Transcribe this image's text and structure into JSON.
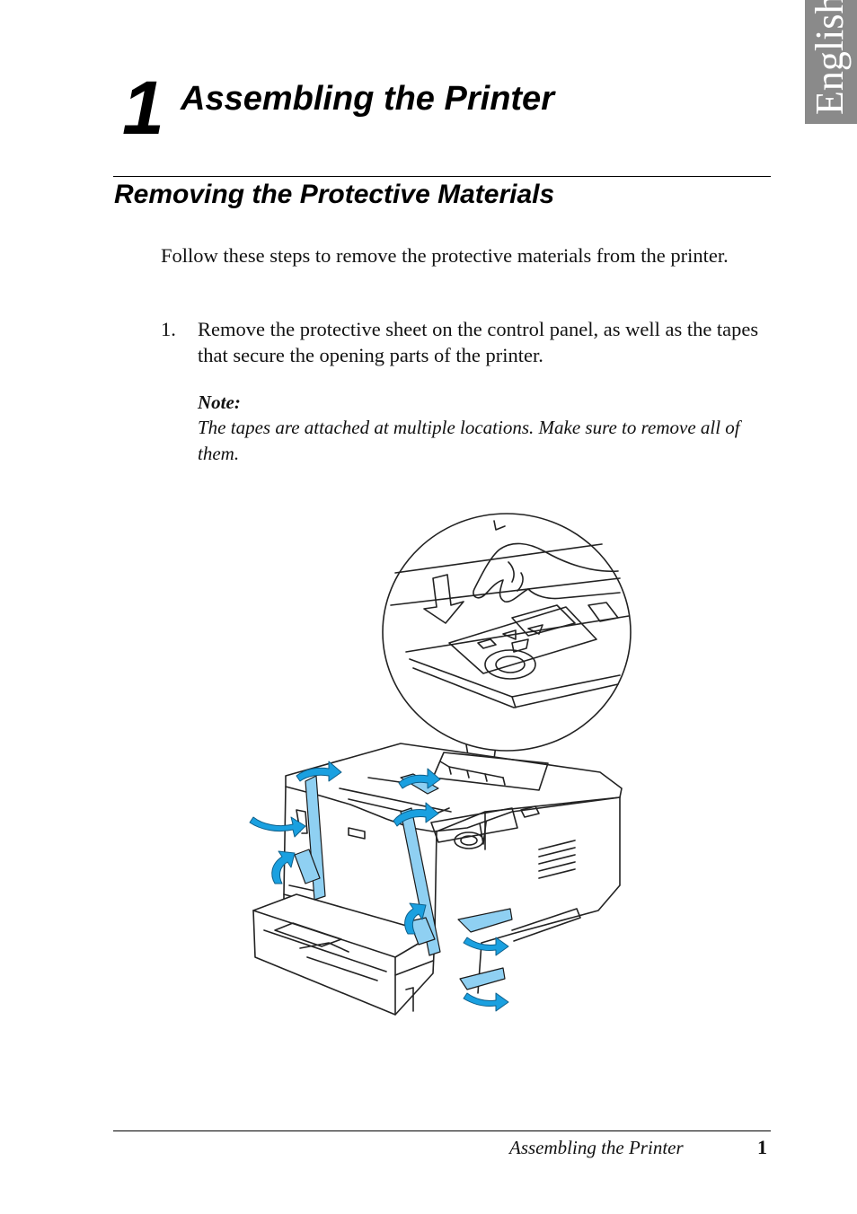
{
  "side_tab": {
    "language": "English"
  },
  "chapter": {
    "number": "1",
    "title": "Assembling the Printer"
  },
  "section": {
    "title": "Removing the Protective Materials"
  },
  "intro": "Follow these steps to remove the protective materials from the printer.",
  "steps": [
    {
      "number": "1.",
      "text": "Remove the protective sheet on the control panel, as well as the tapes that secure the opening parts of the printer."
    }
  ],
  "note": {
    "heading": "Note:",
    "text": "The tapes are attached at multiple locations. Make sure to remove all of them."
  },
  "illustration": {
    "tape_color": "#8fd0f2",
    "arrow_color": "#1aa0e0",
    "line_color": "#222222"
  },
  "footer": {
    "title": "Assembling the Printer",
    "page": "1"
  }
}
